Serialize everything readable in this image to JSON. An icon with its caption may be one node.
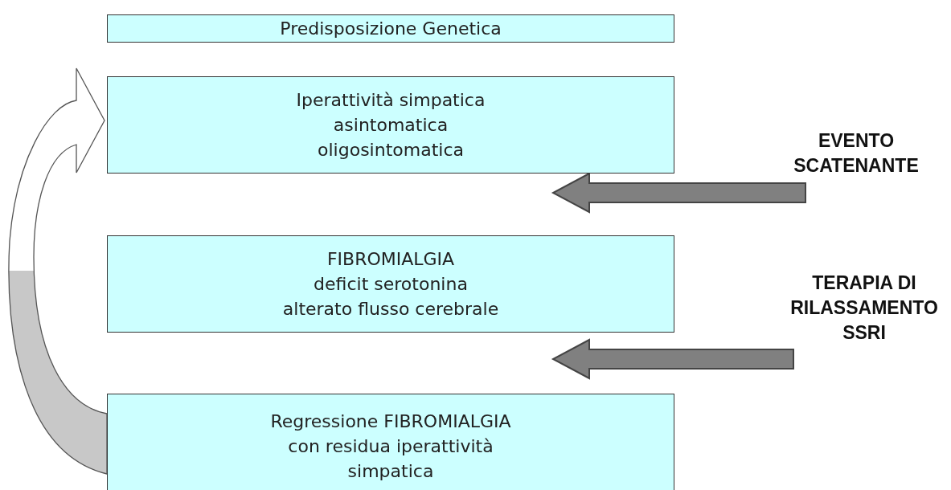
{
  "diagram": {
    "nodes": [
      {
        "text": [
          "Predisposizione Genetica"
        ]
      },
      {
        "text": [
          "Iperattività simpatica asintomatica oligosintomatica"
        ]
      },
      {
        "text": [
          "FIBROMIALGIA",
          "deficit serotonina",
          "alterato flusso cerebrale"
        ]
      },
      {
        "text": [
          "Regressione FIBROMIALGIA con residua iperattività simpatica"
        ]
      },
      {
        "text": [
          "EVENTO SCATENANTE"
        ]
      },
      {
        "text": [
          "TERAPIA DI RILASSAMENTO SSRI"
        ]
      }
    ],
    "edges": [
      {
        "from": 4,
        "to": null,
        "arrow": "to",
        "style": "thick",
        "color": "#808080"
      },
      {
        "from": 5,
        "to": null,
        "arrow": "to",
        "style": "thick",
        "color": "#808080"
      },
      {
        "from": 3,
        "to": 1,
        "arrow": "to"
      }
    ]
  }
}
